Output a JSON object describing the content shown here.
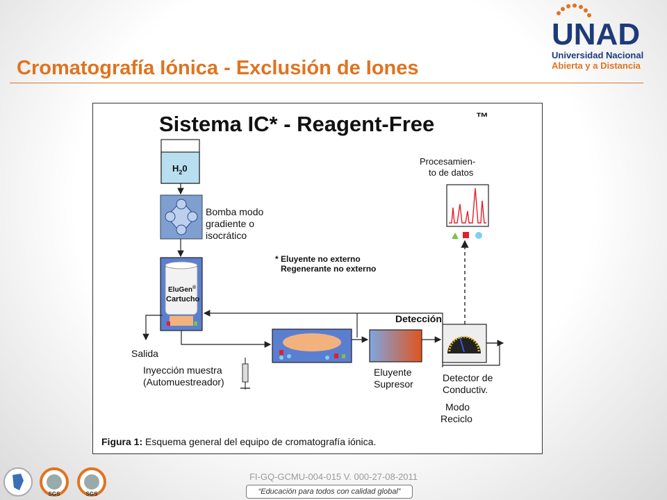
{
  "slide": {
    "title": "Cromatografía Iónica - Exclusión de Iones",
    "footer_code": "FI-GQ-GCMU-004-015 V. 000-27-08-2011",
    "slogan": "“Educación para todos con calidad global”"
  },
  "logo": {
    "letters": "UNAD",
    "line1": "Universidad Nacional",
    "line2": "Abierta y a Distancia"
  },
  "seals": {
    "sgs_1": "SGS",
    "sgs_2": "SGS"
  },
  "diagram": {
    "heading": "Sistema IC* - Reagent-Free",
    "trademark": "™",
    "water": "H",
    "water_sub": "2",
    "water_tail": "0",
    "pump_l1": "Bomba modo",
    "pump_l2": "gradiente o",
    "pump_l3": "isocrático",
    "note_l1": "* Eluyente no externo",
    "note_l2": "Regenerante no externo",
    "elugen_l1": "EluGen",
    "elugen_reg": "®",
    "elugen_l2": "Cartucho",
    "salida": "Salida",
    "inj_l1": "Inyección muestra",
    "inj_l2": "(Automuestreador)",
    "deteccion": "Detección",
    "supp_l1": "Eluyente",
    "supp_l2": "Supresor",
    "det_l1": "Detector de",
    "det_l2": "Conductiv.",
    "mode_l1": "Modo",
    "mode_l2": "Reciclo",
    "proc_l1": "Procesamien-",
    "proc_l2": "to de datos",
    "caption_bold": "Figura 1:",
    "caption_text": " Esquema general del equipo de cromatografía iónica."
  },
  "colors": {
    "title": "#e0731f",
    "pump_blue": "#7f9fd0",
    "water_blue": "#b7dff0",
    "column_blue": "#5b7fd0",
    "column_band": "#f3b27d",
    "suppressor_start": "#7fa6e0",
    "suppressor_end": "#e0541f",
    "peak_red": "#e0202a",
    "marker_green": "#7ec242",
    "marker_red": "#e0202a",
    "marker_cyan": "#7fd0f0"
  }
}
